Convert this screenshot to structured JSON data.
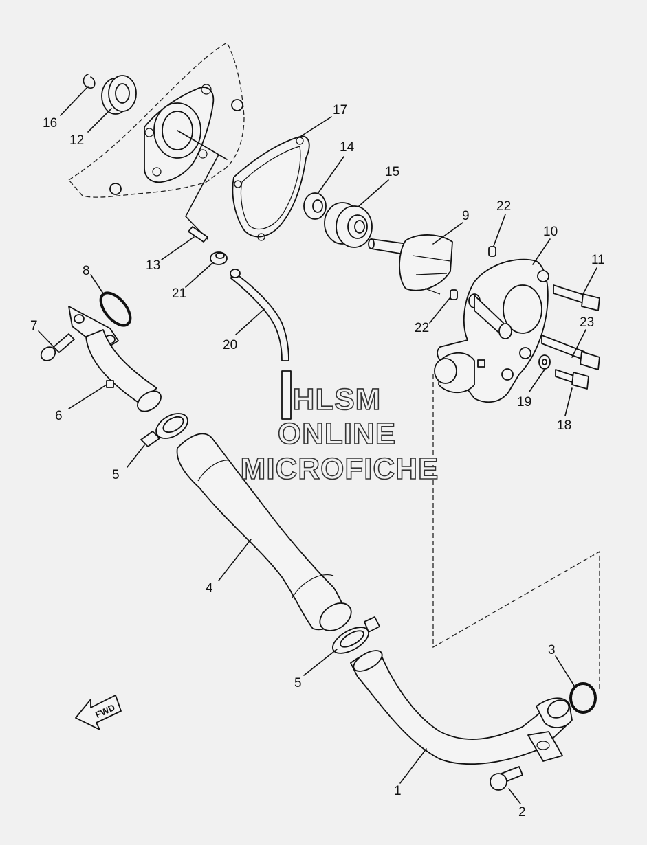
{
  "callouts": [
    {
      "id": "c16",
      "label": "16"
    },
    {
      "id": "c12",
      "label": "12"
    },
    {
      "id": "c17",
      "label": "17"
    },
    {
      "id": "c14",
      "label": "14"
    },
    {
      "id": "c15",
      "label": "15"
    },
    {
      "id": "c9",
      "label": "9"
    },
    {
      "id": "c22a",
      "label": "22"
    },
    {
      "id": "c10",
      "label": "10"
    },
    {
      "id": "c11",
      "label": "11"
    },
    {
      "id": "c13",
      "label": "13"
    },
    {
      "id": "c21",
      "label": "21"
    },
    {
      "id": "c8",
      "label": "8"
    },
    {
      "id": "c7",
      "label": "7"
    },
    {
      "id": "c20",
      "label": "20"
    },
    {
      "id": "c22b",
      "label": "22"
    },
    {
      "id": "c23",
      "label": "23"
    },
    {
      "id": "c6",
      "label": "6"
    },
    {
      "id": "c19",
      "label": "19"
    },
    {
      "id": "c18",
      "label": "18"
    },
    {
      "id": "c5a",
      "label": "5"
    },
    {
      "id": "c4",
      "label": "4"
    },
    {
      "id": "c5b",
      "label": "5"
    },
    {
      "id": "c3",
      "label": "3"
    },
    {
      "id": "c1",
      "label": "1"
    },
    {
      "id": "c2",
      "label": "2"
    }
  ],
  "watermark": {
    "line1": "HLSM",
    "line2": "ONLINE",
    "line3": "MICROFICHE"
  },
  "direction_arrow": {
    "label": "FWD",
    "icon": "forward-arrow-icon"
  }
}
